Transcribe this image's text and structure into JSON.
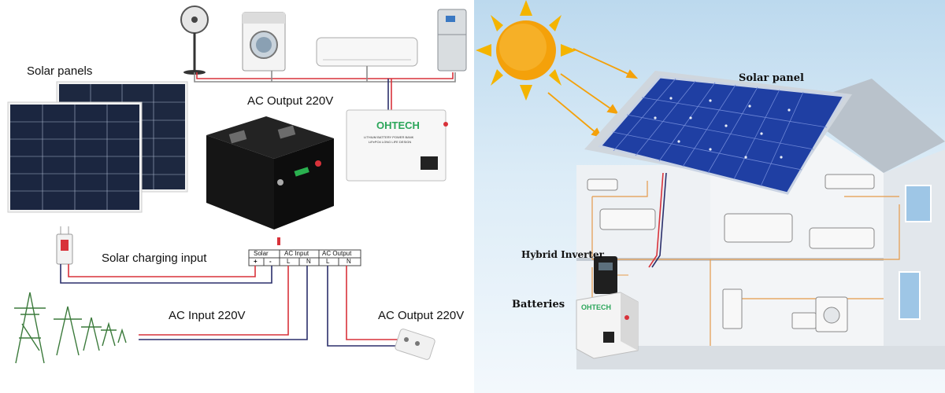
{
  "left_diagram": {
    "labels": {
      "solar_panels": "Solar panels",
      "ac_output_top": "AC Output 220V",
      "solar_charging_input": "Solar charging input",
      "ac_input": "AC Input 220V",
      "ac_output_bottom": "AC Output 220V"
    },
    "terminal_block": {
      "groups": [
        "Solar",
        "AC Input",
        "AC Output"
      ],
      "pins": [
        "+",
        "-",
        "L",
        "N",
        "L",
        "N"
      ]
    },
    "inverter_brand": "OHTECH",
    "inverter_subtext_1": "LITHIUM BATTERY POWER BANK",
    "inverter_subtext_2": "LiFePO4 LONG LIFE DESIGN"
  },
  "right_diagram": {
    "labels": {
      "solar_panel": "Solar panel",
      "hybrid_inverter": "Hybrid Inverter",
      "batteries": "Batteries"
    },
    "battery_brand": "OHTECH"
  },
  "colors": {
    "wire_red": "#d8323a",
    "wire_navy": "#2b2f6b",
    "wire_gray": "#8a8a8a",
    "house_wire": "#e59a4a",
    "solar_blue": "#1f3fa3",
    "sun": "#f4a10a"
  }
}
